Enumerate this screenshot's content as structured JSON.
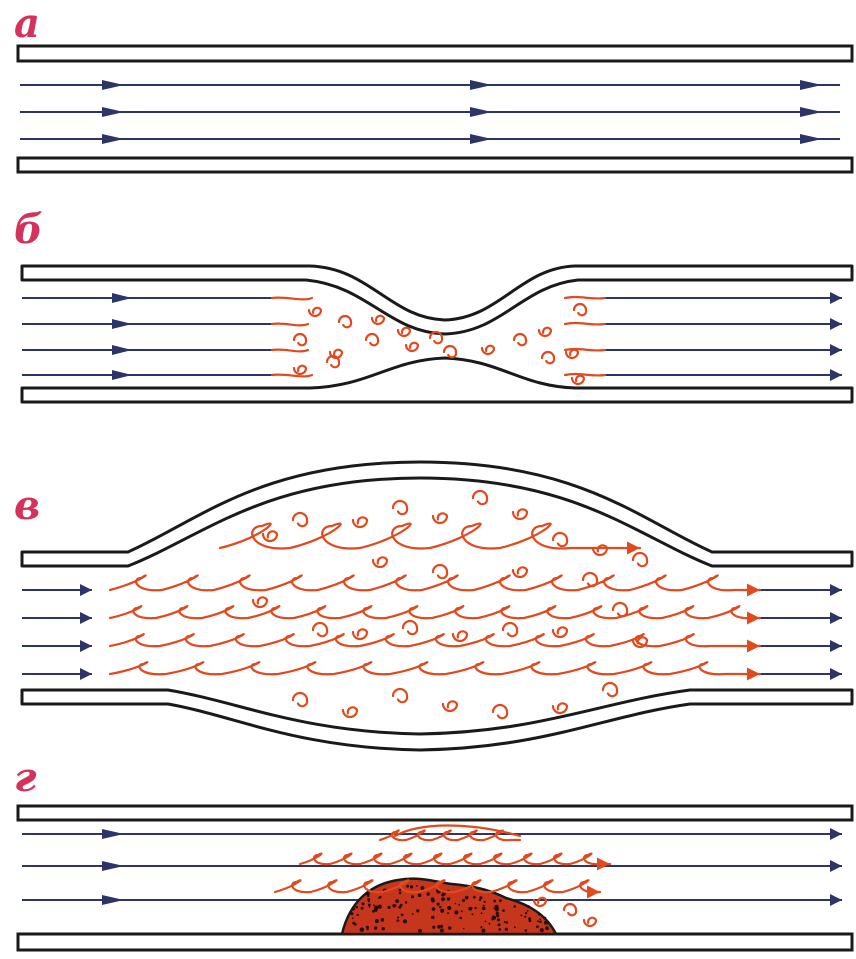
{
  "panels": [
    {
      "label": "а",
      "kind": "normal"
    },
    {
      "label": "б",
      "kind": "stenosis"
    },
    {
      "label": "в",
      "kind": "aneurysm"
    },
    {
      "label": "г",
      "kind": "plaque"
    }
  ],
  "colors": {
    "label": "#d3335a",
    "wall_stroke": "#1a1a1a",
    "wall_fill": "#ffffff",
    "wall_stain": "#aebccb",
    "laminar_flow": "#2d3468",
    "turbulent_flow": "#e04a1e",
    "plaque_fill": "#c6361c",
    "plaque_dots": "#2a0a05"
  }
}
